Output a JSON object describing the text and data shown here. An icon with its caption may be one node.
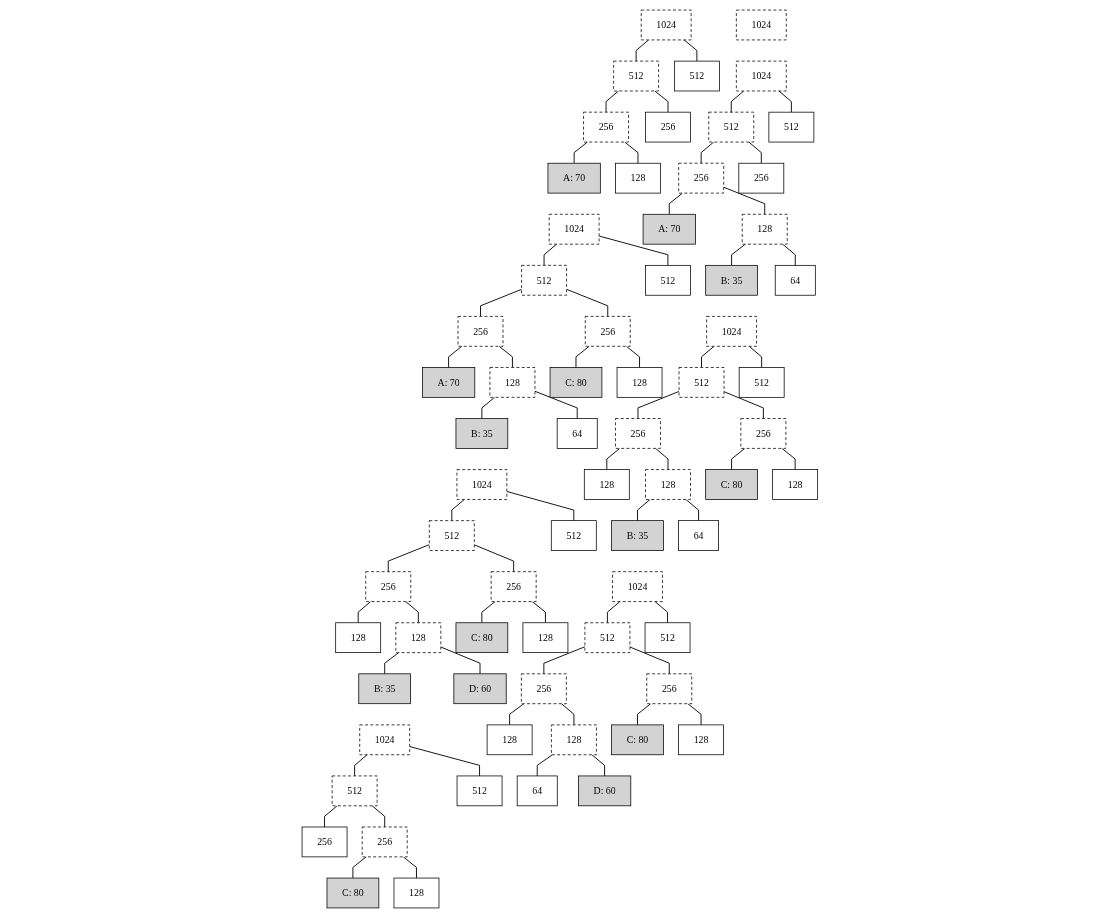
{
  "diagram": {
    "nodes": [
      {
        "text": [
          "1024"
        ]
      },
      {
        "text": [
          "1024"
        ]
      },
      {
        "text": [
          "512"
        ]
      },
      {
        "text": [
          "512"
        ]
      },
      {
        "text": [
          "256"
        ]
      },
      {
        "text": [
          "256"
        ]
      },
      {
        "text": [
          "A: 70"
        ]
      },
      {
        "text": [
          "128"
        ]
      },
      {
        "text": [
          "1024"
        ]
      },
      {
        "text": [
          "512"
        ]
      },
      {
        "text": [
          "512"
        ]
      },
      {
        "text": [
          "256"
        ]
      },
      {
        "text": [
          "256"
        ]
      },
      {
        "text": [
          "A: 70"
        ]
      },
      {
        "text": [
          "128"
        ]
      },
      {
        "text": [
          "B: 35"
        ]
      },
      {
        "text": [
          "64"
        ]
      },
      {
        "text": [
          "1024"
        ]
      },
      {
        "text": [
          "512"
        ]
      },
      {
        "text": [
          "512"
        ]
      },
      {
        "text": [
          "256"
        ]
      },
      {
        "text": [
          "256"
        ]
      },
      {
        "text": [
          "A: 70"
        ]
      },
      {
        "text": [
          "128"
        ]
      },
      {
        "text": [
          "C: 80"
        ]
      },
      {
        "text": [
          "128"
        ]
      },
      {
        "text": [
          "B: 35"
        ]
      },
      {
        "text": [
          "64"
        ]
      },
      {
        "text": [
          "1024"
        ]
      },
      {
        "text": [
          "512"
        ]
      },
      {
        "text": [
          "512"
        ]
      },
      {
        "text": [
          "256"
        ]
      },
      {
        "text": [
          "256"
        ]
      },
      {
        "text": [
          "128"
        ]
      },
      {
        "text": [
          "128"
        ]
      },
      {
        "text": [
          "C: 80"
        ]
      },
      {
        "text": [
          "128"
        ]
      },
      {
        "text": [
          "B: 35"
        ]
      },
      {
        "text": [
          "64"
        ]
      },
      {
        "text": [
          "1024"
        ]
      },
      {
        "text": [
          "512"
        ]
      },
      {
        "text": [
          "512"
        ]
      },
      {
        "text": [
          "256"
        ]
      },
      {
        "text": [
          "256"
        ]
      },
      {
        "text": [
          "128"
        ]
      },
      {
        "text": [
          "128"
        ]
      },
      {
        "text": [
          "C: 80"
        ]
      },
      {
        "text": [
          "128"
        ]
      },
      {
        "text": [
          "B: 35"
        ]
      },
      {
        "text": [
          "D: 60"
        ]
      },
      {
        "text": [
          "1024"
        ]
      },
      {
        "text": [
          "512"
        ]
      },
      {
        "text": [
          "512"
        ]
      },
      {
        "text": [
          "256"
        ]
      },
      {
        "text": [
          "256"
        ]
      },
      {
        "text": [
          "128"
        ]
      },
      {
        "text": [
          "128"
        ]
      },
      {
        "text": [
          "C: 80"
        ]
      },
      {
        "text": [
          "128"
        ]
      },
      {
        "text": [
          "64"
        ]
      },
      {
        "text": [
          "D: 60"
        ]
      },
      {
        "text": [
          "1024"
        ]
      },
      {
        "text": [
          "512"
        ]
      },
      {
        "text": [
          "512"
        ]
      },
      {
        "text": [
          "256"
        ]
      },
      {
        "text": [
          "256"
        ]
      },
      {
        "text": [
          "C: 80"
        ]
      },
      {
        "text": [
          "128"
        ]
      }
    ],
    "edges": [
      {
        "from": 1,
        "to": 2,
        "arrow": "none"
      },
      {
        "from": 1,
        "to": 3,
        "arrow": "none"
      },
      {
        "from": 2,
        "to": 4,
        "arrow": "none"
      },
      {
        "from": 2,
        "to": 5,
        "arrow": "none"
      },
      {
        "from": 4,
        "to": 6,
        "arrow": "none"
      },
      {
        "from": 4,
        "to": 7,
        "arrow": "none"
      },
      {
        "from": 8,
        "to": 9,
        "arrow": "none"
      },
      {
        "from": 8,
        "to": 10,
        "arrow": "none"
      },
      {
        "from": 9,
        "to": 11,
        "arrow": "none"
      },
      {
        "from": 9,
        "to": 12,
        "arrow": "none"
      },
      {
        "from": 11,
        "to": 13,
        "arrow": "none"
      },
      {
        "from": 11,
        "to": 14,
        "arrow": "none"
      },
      {
        "from": 14,
        "to": 15,
        "arrow": "none"
      },
      {
        "from": 14,
        "to": 16,
        "arrow": "none"
      },
      {
        "from": 17,
        "to": 18,
        "arrow": "none"
      },
      {
        "from": 17,
        "to": 19,
        "arrow": "none"
      },
      {
        "from": 18,
        "to": 20,
        "arrow": "none"
      },
      {
        "from": 18,
        "to": 21,
        "arrow": "none"
      },
      {
        "from": 20,
        "to": 22,
        "arrow": "none"
      },
      {
        "from": 20,
        "to": 23,
        "arrow": "none"
      },
      {
        "from": 21,
        "to": 24,
        "arrow": "none"
      },
      {
        "from": 21,
        "to": 25,
        "arrow": "none"
      },
      {
        "from": 23,
        "to": 26,
        "arrow": "none"
      },
      {
        "from": 23,
        "to": 27,
        "arrow": "none"
      },
      {
        "from": 28,
        "to": 29,
        "arrow": "none"
      },
      {
        "from": 28,
        "to": 30,
        "arrow": "none"
      },
      {
        "from": 29,
        "to": 31,
        "arrow": "none"
      },
      {
        "from": 29,
        "to": 32,
        "arrow": "none"
      },
      {
        "from": 31,
        "to": 33,
        "arrow": "none"
      },
      {
        "from": 31,
        "to": 34,
        "arrow": "none"
      },
      {
        "from": 32,
        "to": 35,
        "arrow": "none"
      },
      {
        "from": 32,
        "to": 36,
        "arrow": "none"
      },
      {
        "from": 34,
        "to": 37,
        "arrow": "none"
      },
      {
        "from": 34,
        "to": 38,
        "arrow": "none"
      },
      {
        "from": 39,
        "to": 40,
        "arrow": "none"
      },
      {
        "from": 39,
        "to": 41,
        "arrow": "none"
      },
      {
        "from": 40,
        "to": 42,
        "arrow": "none"
      },
      {
        "from": 40,
        "to": 43,
        "arrow": "none"
      },
      {
        "from": 42,
        "to": 44,
        "arrow": "none"
      },
      {
        "from": 42,
        "to": 45,
        "arrow": "none"
      },
      {
        "from": 43,
        "to": 46,
        "arrow": "none"
      },
      {
        "from": 43,
        "to": 47,
        "arrow": "none"
      },
      {
        "from": 45,
        "to": 48,
        "arrow": "none"
      },
      {
        "from": 45,
        "to": 49,
        "arrow": "none"
      },
      {
        "from": 50,
        "to": 51,
        "arrow": "none"
      },
      {
        "from": 50,
        "to": 52,
        "arrow": "none"
      },
      {
        "from": 51,
        "to": 53,
        "arrow": "none"
      },
      {
        "from": 51,
        "to": 54,
        "arrow": "none"
      },
      {
        "from": 53,
        "to": 55,
        "arrow": "none"
      },
      {
        "from": 53,
        "to": 56,
        "arrow": "none"
      },
      {
        "from": 54,
        "to": 57,
        "arrow": "none"
      },
      {
        "from": 54,
        "to": 58,
        "arrow": "none"
      },
      {
        "from": 56,
        "to": 59,
        "arrow": "none"
      },
      {
        "from": 56,
        "to": 60,
        "arrow": "none"
      },
      {
        "from": 61,
        "to": 62,
        "arrow": "none"
      },
      {
        "from": 61,
        "to": 63,
        "arrow": "none"
      },
      {
        "from": 62,
        "to": 64,
        "arrow": "none"
      },
      {
        "from": 62,
        "to": 65,
        "arrow": "none"
      },
      {
        "from": 65,
        "to": 66,
        "arrow": "none"
      },
      {
        "from": 65,
        "to": 67,
        "arrow": "none"
      }
    ]
  }
}
